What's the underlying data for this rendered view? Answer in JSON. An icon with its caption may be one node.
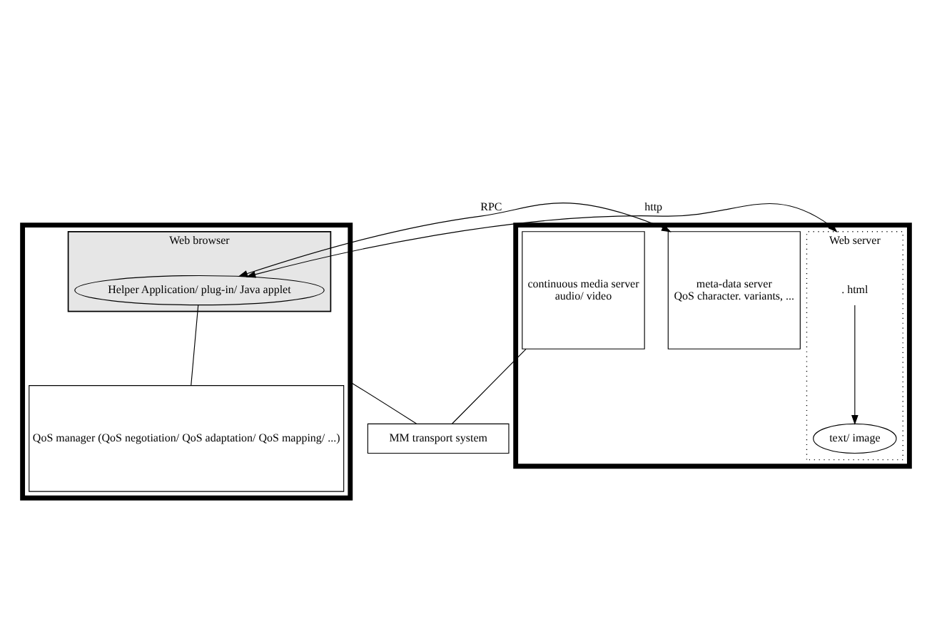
{
  "diagram": {
    "nodes": [
      {
        "text": [],
        "shape": "box"
      },
      {
        "text": [
          "Web browser"
        ],
        "in": 0
      },
      {
        "text": [
          "Helper Application/ plug-in/ Java applet"
        ],
        "in": 1
      },
      {
        "text": [
          "QoS manager (QoS negotiation/ QoS adaptation/ QoS mapping/ ...)"
        ],
        "in": 0
      },
      {
        "text": [],
        "shape": "box"
      },
      {
        "text": [
          "Web server"
        ],
        "in": 4
      },
      {
        "text": [
          ". html"
        ],
        "in": 5
      },
      {
        "text": [
          "text/ image"
        ],
        "in": 5
      },
      {
        "text": [
          "meta-data server",
          "QoS character. variants, ..."
        ],
        "in": 4
      },
      {
        "text": [
          "continuous media server",
          "audio/ video"
        ],
        "in": 4
      },
      {
        "text": [
          "MM transport system"
        ]
      }
    ],
    "edges": [
      {
        "from": 8,
        "to": 2,
        "arrow": "both",
        "label": "RPC"
      },
      {
        "from": 5,
        "to": 2,
        "arrow": "both",
        "label": "http"
      },
      {
        "from": 6,
        "to": 7,
        "arrow": "to"
      },
      {
        "from": 2,
        "to": 3,
        "arrow": "none"
      },
      {
        "from": 0,
        "to": 10,
        "arrow": "none"
      },
      {
        "from": 9,
        "to": 10,
        "arrow": "none"
      }
    ]
  }
}
